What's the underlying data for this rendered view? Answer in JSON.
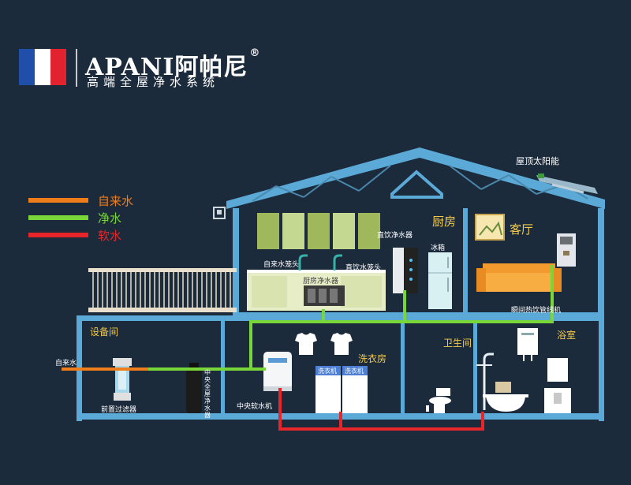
{
  "brand": {
    "name": "APANI阿帕尼",
    "reg_mark": "®",
    "tagline": "高端全屋净水系统",
    "colors": {
      "background": "#1c2b3c",
      "house_frame": "#5aa9d6",
      "accent_yellow": "#f2c94c"
    }
  },
  "legend": [
    {
      "label": "自来水",
      "color": "#ef7d1a"
    },
    {
      "label": "净水",
      "color": "#79d639"
    },
    {
      "label": "软水",
      "color": "#e8262a"
    }
  ],
  "rooms": {
    "roof": "屋顶太阳能",
    "kitchen": "厨房",
    "living_room": "客厅",
    "equipment_room": "设备间",
    "laundry": "洗衣房",
    "toilet": "卫生间",
    "bathroom": "浴室"
  },
  "labels": {
    "drinking_purifier": "直饮净水器",
    "fridge": "冰箱",
    "tap_faucet": "自来水笼头",
    "drinking_faucet": "直饮水笼头",
    "kitchen_purifier": "厨房净水器",
    "instant_hot_dispenser": "瞬间热饮管线机",
    "tap_water_inlet": "自来水",
    "pre_filter": "前置过滤器",
    "central_purifier": "中央全屋净水器",
    "central_softener": "中央软水机",
    "washer_1": "洗衣机",
    "washer_2": "洗衣机"
  }
}
